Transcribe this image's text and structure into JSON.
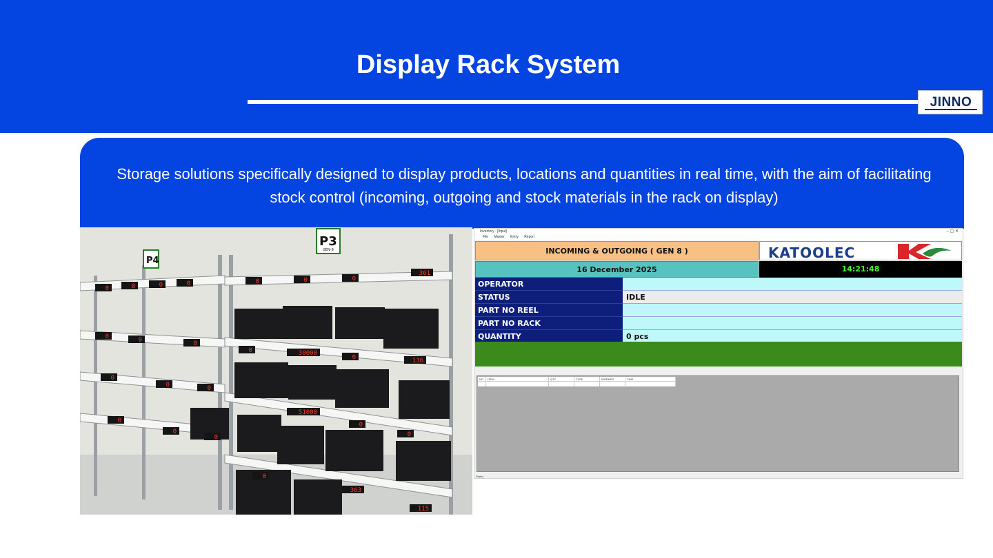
{
  "slide": {
    "title": "Display Rack System",
    "logo": "JINNO",
    "description": "Storage solutions specifically designed to display products, locations and quantities in real time, with the aim of facilitating stock control (incoming, outgoing and stock materials in the rack on display)"
  },
  "photo": {
    "rack_labels": [
      "P4",
      "P3"
    ],
    "rack_sublabel": "GEN-8",
    "displays": [
      "0",
      "0",
      "0",
      "0",
      "0",
      "0",
      "0",
      "361",
      "0",
      "0",
      "0",
      "0",
      "30000",
      "0",
      "136",
      "0",
      "0",
      "0",
      "51000",
      "0",
      "0",
      "0",
      "0",
      "0",
      "0",
      "363",
      "115"
    ]
  },
  "window": {
    "title": "Inventory - [Input]",
    "controls": "–   ▢   ✕",
    "menu": [
      "File",
      "Master",
      "Entry",
      "Report"
    ],
    "header": "INCOMING & OUTGOING ( GEN 8 )",
    "brand": "KATOOLEC",
    "date": "16 December 2025",
    "time": "14:21:48",
    "fields": [
      {
        "label": "OPERATOR",
        "value": ""
      },
      {
        "label": "STATUS",
        "value": "IDLE"
      },
      {
        "label": "PART NO REEL",
        "value": ""
      },
      {
        "label": "PART NO RACK",
        "value": ""
      },
      {
        "label": "QUANTITY",
        "value": "0 pcs"
      }
    ],
    "grid_columns": [
      "NO",
      "ITEM",
      "QTY",
      "TYPE",
      "WORKER",
      "TIME"
    ],
    "status_text": "Status"
  },
  "colors": {
    "brand_blue": "#0444e0",
    "header_orange": "#f8c083",
    "date_teal": "#56c3c1",
    "label_navy": "#0d1f7a",
    "value_cyan": "#bff8fb",
    "status_green": "#3a8a1c",
    "clock_green": "#4cff2d"
  }
}
